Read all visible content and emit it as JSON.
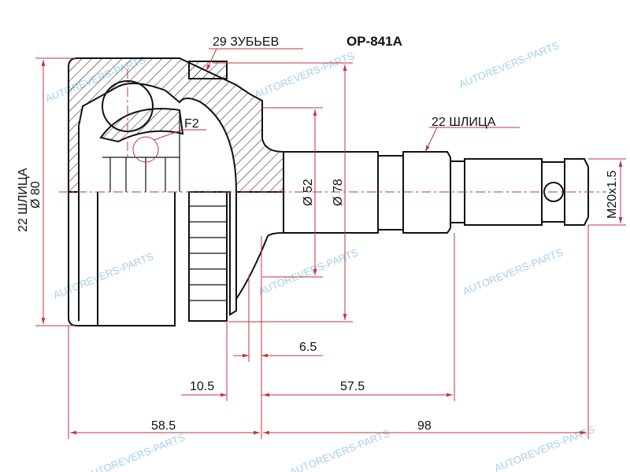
{
  "part_number": "OP-841A",
  "labels": {
    "abs_teeth": "29 ЗУБЬЕВ",
    "outer_splines": "22 ШЛИЦА",
    "inner_splines": "22 ШЛИЦА",
    "outer_diameter": "Ø 80",
    "seal_diameter_52": "Ø 52",
    "abs_diameter_78": "Ø 78",
    "thread": "M20x1.5",
    "f2": "F2"
  },
  "dimensions": {
    "d_6_5": "6.5",
    "d_10_5": "10.5",
    "d_57_5": "57.5",
    "d_58_5": "58.5",
    "d_98": "98"
  },
  "watermark": "AUTOREVERS-PARTS",
  "colors": {
    "dimension": "#c8323c",
    "watermark": "#5aa8e0",
    "outline": "#111111"
  }
}
